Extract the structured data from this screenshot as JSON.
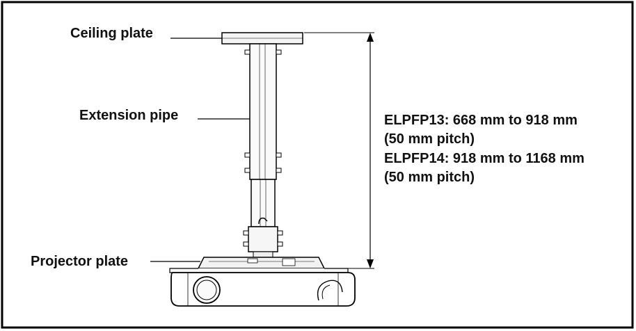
{
  "labels": {
    "ceiling_plate": "Ceiling plate",
    "extension_pipe": "Extension pipe",
    "projector_plate": "Projector plate"
  },
  "specs": [
    "ELPFP13: 668 mm to 918 mm",
    "(50 mm pitch)",
    "ELPFP14: 918 mm to 1168 mm",
    "(50 mm pitch)"
  ]
}
